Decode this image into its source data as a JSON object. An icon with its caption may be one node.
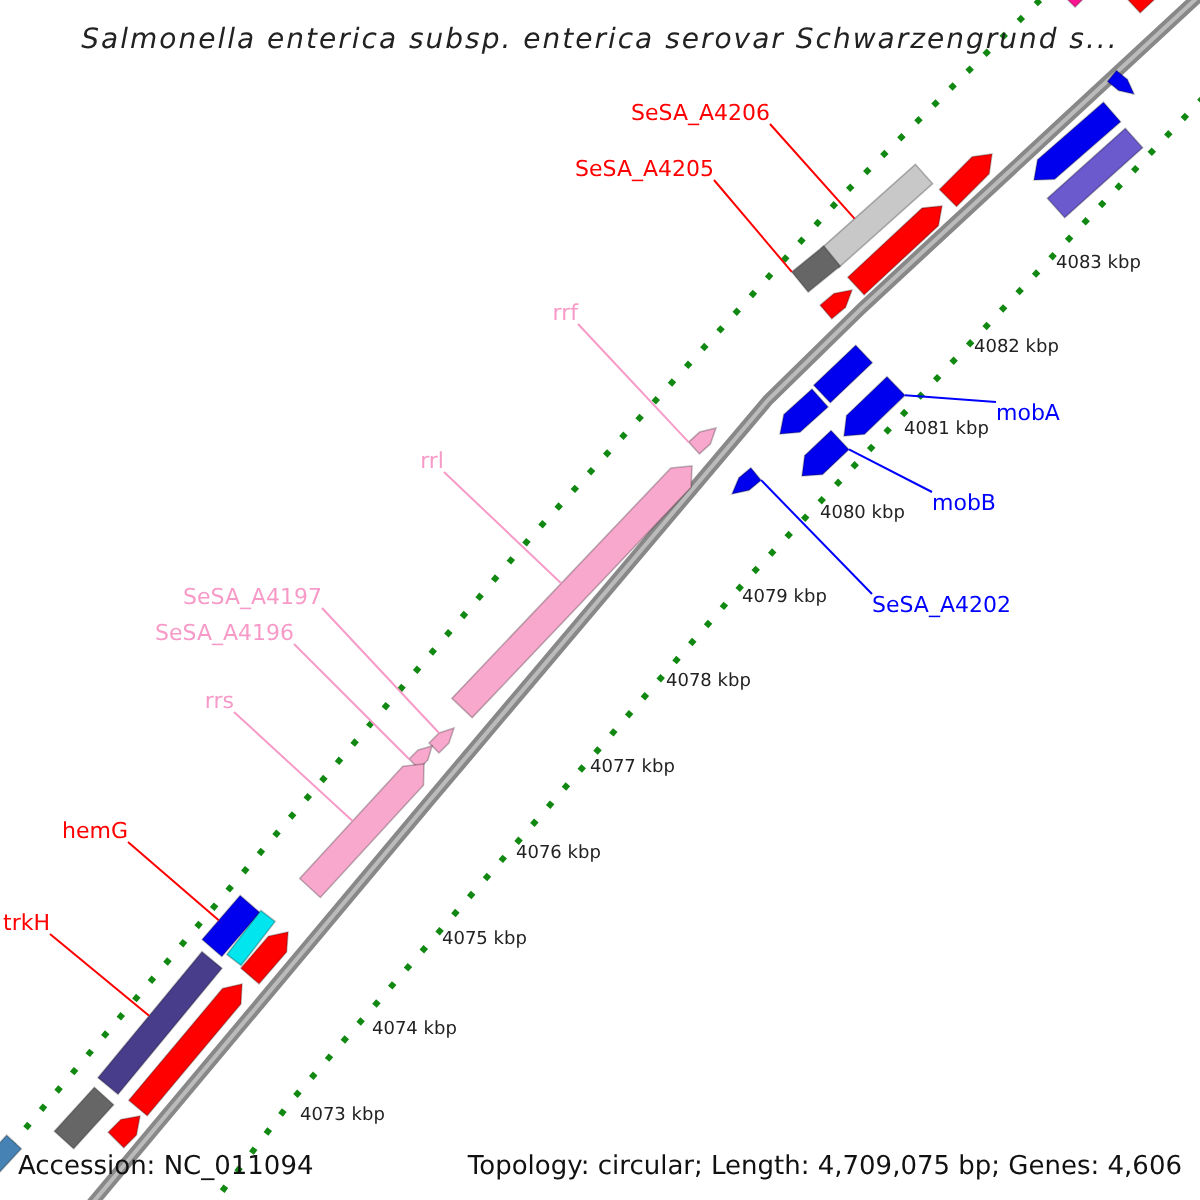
{
  "diagram": {
    "title": "Salmonella enterica subsp. enterica serovar Schwarzengrund s...",
    "nodes": [
      {
        "text": [
          "SeSA_A4206"
        ]
      },
      {
        "text": [],
        "shape": "bar"
      },
      {
        "text": [
          "SeSA_A4205"
        ]
      },
      {
        "text": [],
        "shape": "bar"
      },
      {
        "text": [
          "rrf"
        ]
      },
      {
        "text": [],
        "shape": "arrow"
      },
      {
        "text": [
          "rrl"
        ]
      },
      {
        "text": [],
        "shape": "arrow"
      },
      {
        "text": [
          "mobA"
        ]
      },
      {
        "text": [],
        "shape": "arrow"
      },
      {
        "text": [
          "mobB"
        ]
      },
      {
        "text": [],
        "shape": "arrow"
      },
      {
        "text": [
          "SeSA_A4202"
        ]
      },
      {
        "text": [],
        "shape": "arrow"
      },
      {
        "text": [
          "SeSA_A4197"
        ]
      },
      {
        "text": [],
        "shape": "arrow"
      },
      {
        "text": [
          "SeSA_A4196"
        ]
      },
      {
        "text": [],
        "shape": "arrow"
      },
      {
        "text": [
          "rrs"
        ]
      },
      {
        "text": [],
        "shape": "arrow"
      },
      {
        "text": [
          "hemG"
        ]
      },
      {
        "text": [],
        "shape": "bar"
      },
      {
        "text": [
          "trkH"
        ]
      },
      {
        "text": [],
        "shape": "bar"
      },
      {
        "text": [],
        "shape": "bar"
      },
      {
        "text": [],
        "shape": "bar"
      },
      {
        "text": [],
        "shape": "arrow"
      },
      {
        "text": [],
        "shape": "arrow"
      },
      {
        "text": [],
        "shape": "arrow"
      },
      {
        "text": [],
        "shape": "bar"
      },
      {
        "text": [],
        "shape": "arrow"
      },
      {
        "text": [],
        "shape": "arrow"
      },
      {
        "text": [],
        "shape": "bar"
      },
      {
        "text": [],
        "shape": "arrow"
      },
      {
        "text": [],
        "shape": "bar"
      },
      {
        "text": [],
        "shape": "arrow"
      },
      {
        "text": [],
        "shape": "arrow"
      },
      {
        "text": [],
        "shape": "bar"
      },
      {
        "text": [],
        "shape": "arrow"
      },
      {
        "text": [],
        "shape": "bar"
      }
    ],
    "edges": [
      {
        "from": 0,
        "to": 1,
        "arrow": "none",
        "color": "#ff0000"
      },
      {
        "from": 2,
        "to": 3,
        "arrow": "none",
        "color": "#ff0000"
      },
      {
        "from": 4,
        "to": 5,
        "arrow": "none",
        "color": "#f79ac8"
      },
      {
        "from": 6,
        "to": 7,
        "arrow": "none",
        "color": "#f79ac8"
      },
      {
        "from": 8,
        "to": 9,
        "arrow": "none",
        "color": "#0000ff"
      },
      {
        "from": 10,
        "to": 11,
        "arrow": "none",
        "color": "#0000ff"
      },
      {
        "from": 12,
        "to": 13,
        "arrow": "none",
        "color": "#0000ff"
      },
      {
        "from": 14,
        "to": 15,
        "arrow": "none",
        "color": "#f79ac8"
      },
      {
        "from": 16,
        "to": 17,
        "arrow": "none",
        "color": "#f79ac8"
      },
      {
        "from": 18,
        "to": 19,
        "arrow": "none",
        "color": "#f79ac8"
      },
      {
        "from": 20,
        "to": 21,
        "arrow": "none",
        "color": "#ff0000"
      },
      {
        "from": 22,
        "to": 23,
        "arrow": "none",
        "color": "#ff0000"
      }
    ],
    "labels": [
      "4083 kbp",
      "4082 kbp",
      "4081 kbp",
      "4080 kbp",
      "4079 kbp",
      "4078 kbp",
      "4077 kbp",
      "4076 kbp",
      "4075 kbp",
      "4074 kbp",
      "4073 kbp",
      "Accession: NC_011094",
      "Topology: circular; Length: 4,709,075 bp; Genes: 4,606"
    ]
  }
}
